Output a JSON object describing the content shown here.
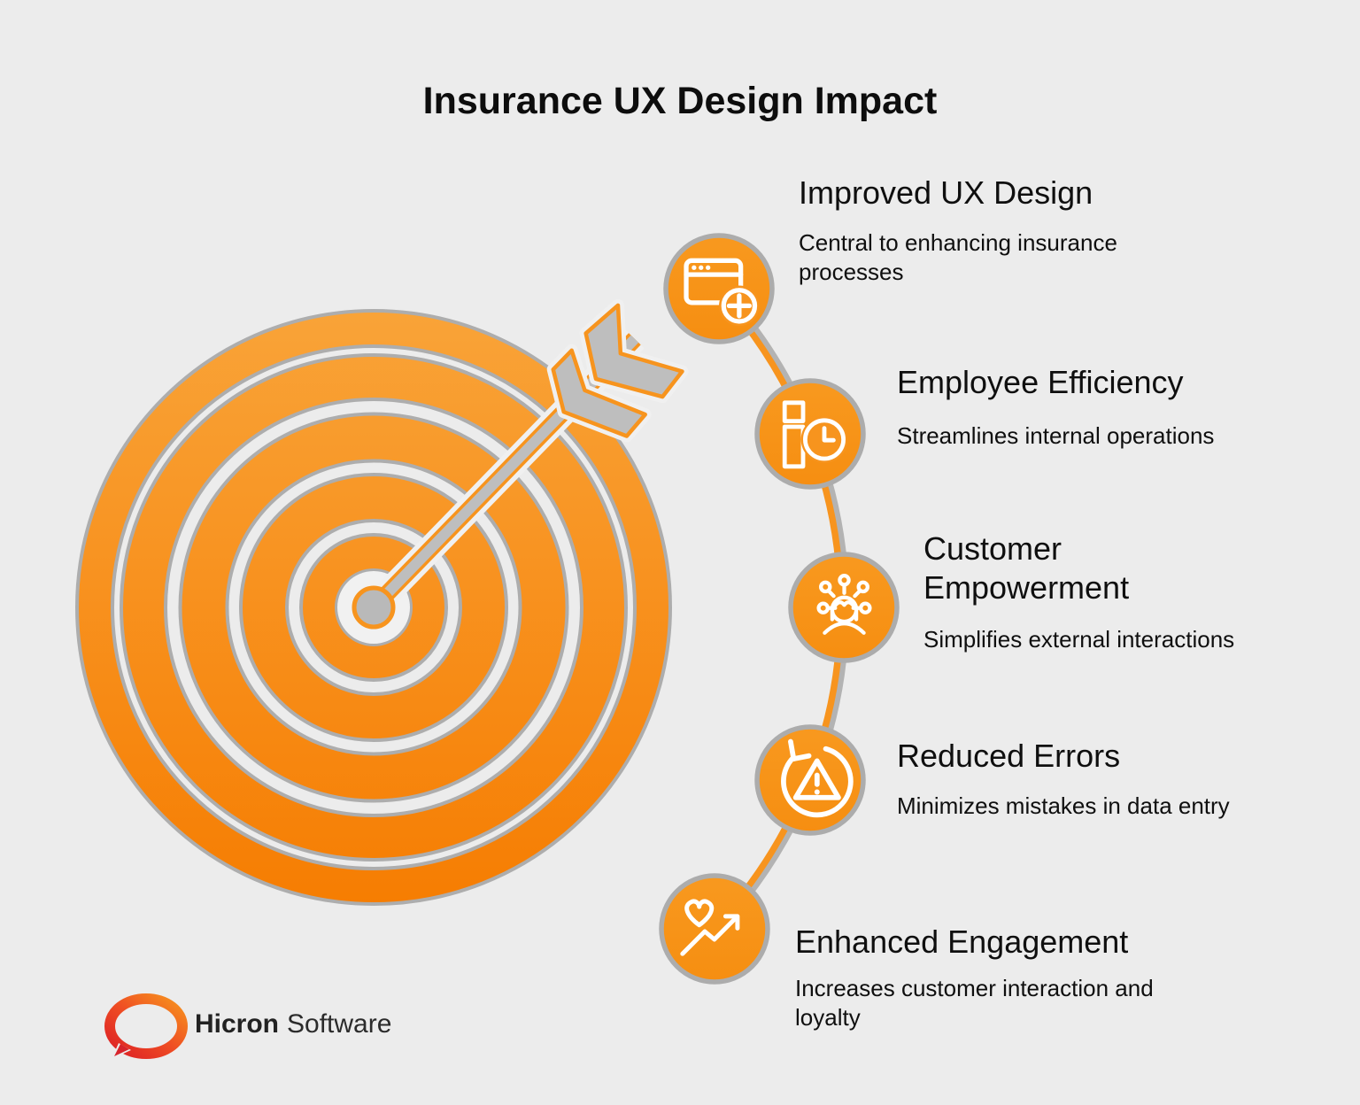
{
  "title": "Insurance UX Design Impact",
  "steps": [
    {
      "title": "Improved UX Design",
      "description": "Central to enhancing insurance processes",
      "icon": "browser-add-icon"
    },
    {
      "title": "Employee Efficiency",
      "description": "Streamlines internal operations",
      "icon": "task-clock-icon"
    },
    {
      "title": "Customer Empowerment",
      "description": "Simplifies external interactions",
      "icon": "empowered-person-icon"
    },
    {
      "title": "Reduced Errors",
      "description": "Minimizes mistakes in data entry",
      "icon": "error-cycle-icon"
    },
    {
      "title": "Enhanced Engagement",
      "description": "Increases customer interaction and loyalty",
      "icon": "heart-growth-icon"
    }
  ],
  "footer": {
    "brand_bold": "Hicron",
    "brand_regular": "Software"
  },
  "colors": {
    "orange": "#F7941E",
    "orange_light": "#F9A439",
    "orange_dark": "#F67C00",
    "gray": "#ADADAD",
    "arrow_gray": "#BEBEBE",
    "background": "#ECECEC",
    "logo_red": "#DC1F26",
    "text": "#111111"
  }
}
